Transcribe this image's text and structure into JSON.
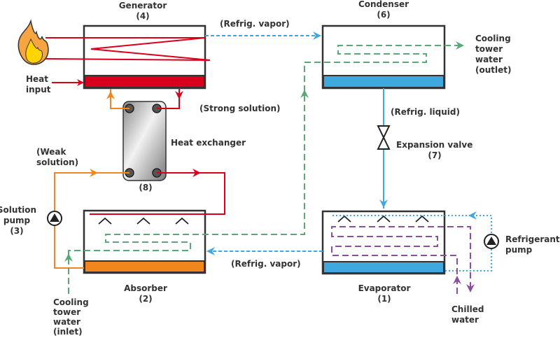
{
  "colors": {
    "strong_solution": "#d9001b",
    "weak_solution": "#f0861e",
    "refrigerant": "#3ea8df",
    "cooling_water": "#5aa878",
    "chilled_water": "#8a4fa0",
    "outline": "#333333"
  },
  "components": {
    "generator": {
      "name": "Generator",
      "number": "(4)"
    },
    "condenser": {
      "name": "Condenser",
      "number": "(6)"
    },
    "absorber": {
      "name": "Absorber",
      "number": "(2)"
    },
    "evaporator": {
      "name": "Evaporator",
      "number": "(1)"
    },
    "heat_exchanger": {
      "name": "Heat exchanger",
      "number": "(8)"
    },
    "expansion_valve": {
      "name": "Expansion valve",
      "number": "(7)"
    },
    "solution_pump": {
      "line1": "Solution",
      "line2": "pump",
      "number": "(3)"
    },
    "refrigerant_pump": {
      "line1": "Refrigerant",
      "line2": "pump"
    }
  },
  "labels": {
    "heat_input": [
      "Heat",
      "input"
    ],
    "refrig_vapor_top": "(Refrig. vapor)",
    "refrig_vapor_bottom": "(Refrig. vapor)",
    "refrig_liquid": "(Refrig. liquid)",
    "strong_solution": "(Strong solution)",
    "weak_solution": [
      "(Weak",
      "solution)"
    ],
    "cooling_outlet": [
      "Cooling",
      "tower",
      "water",
      "(outlet)"
    ],
    "cooling_inlet": [
      "Cooling",
      "tower",
      "water",
      "(inlet)"
    ],
    "chilled_water": [
      "Chilled",
      "water"
    ]
  },
  "icons": [
    "flame-icon",
    "pump-icon",
    "expansion-valve-icon",
    "spray-nozzle-icon"
  ]
}
